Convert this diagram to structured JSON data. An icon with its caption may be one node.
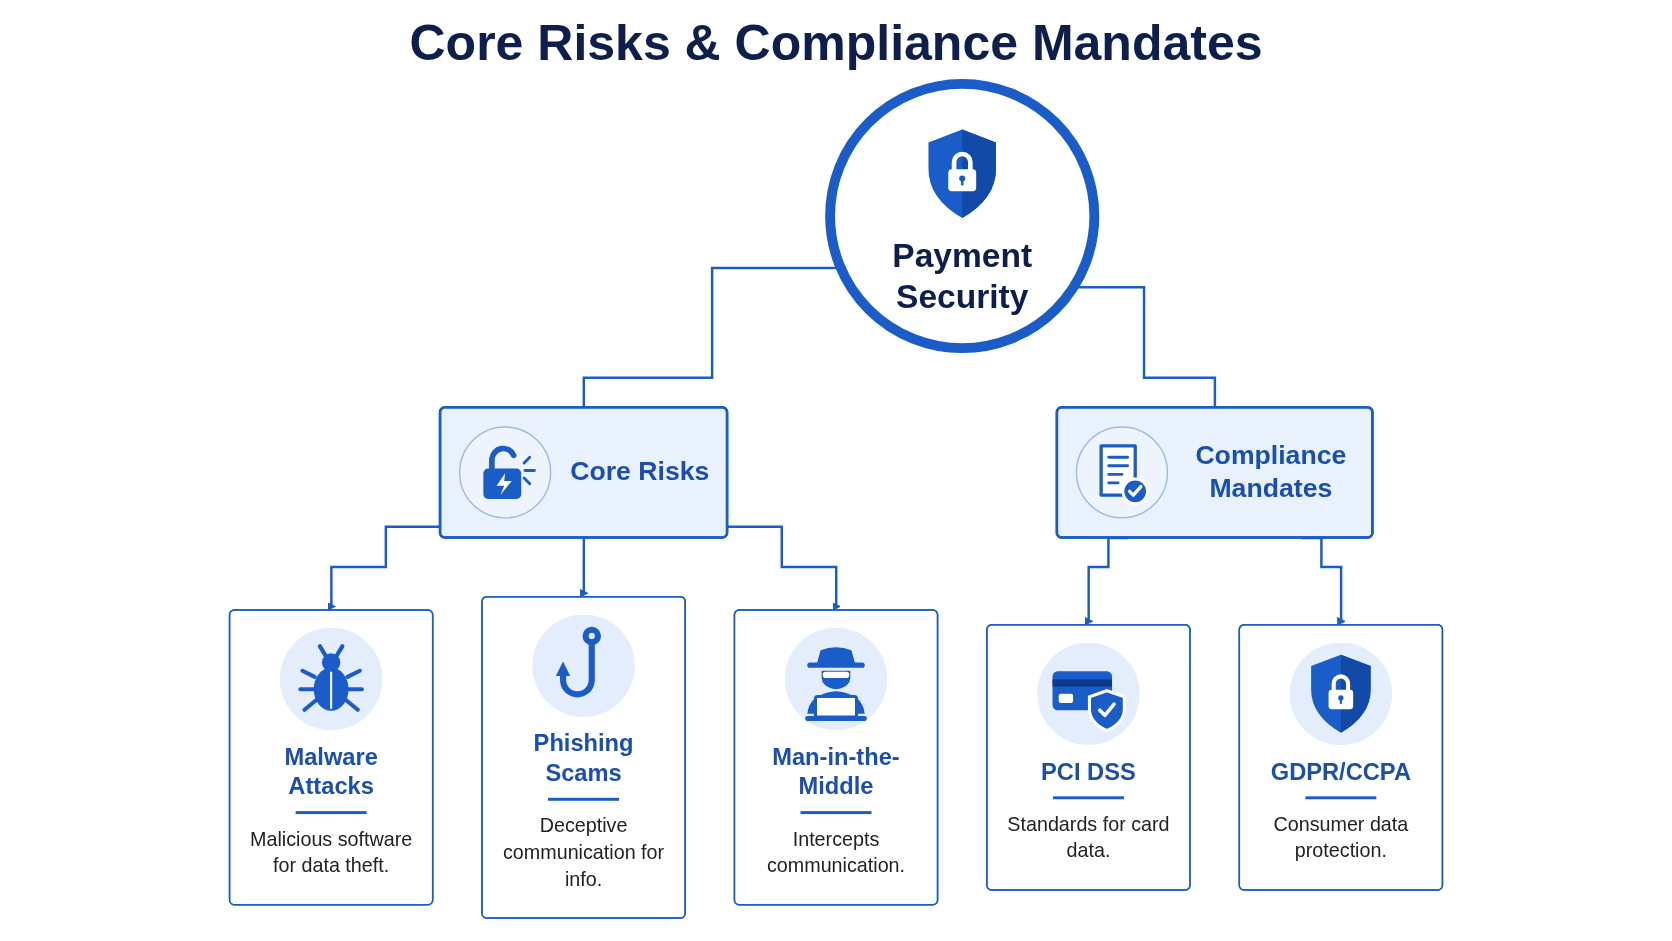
{
  "diagram": {
    "title": "Core Risks & Compliance Mandates",
    "nodes": [
      {
        "text": [
          "Core Risks"
        ]
      },
      {
        "text": [
          "Payment Security"
        ]
      },
      {
        "text": [
          "Compliance Mandates"
        ]
      },
      {
        "text": [
          "Malware Attacks",
          "Malicious software for data theft."
        ]
      },
      {
        "text": [
          "Phishing Scams",
          "Deceptive communication for info."
        ]
      },
      {
        "text": [
          "Man-in-the-Middle",
          "Intercepts communication."
        ]
      },
      {
        "text": [
          "PCI DSS",
          "Standards for card data."
        ]
      },
      {
        "text": [
          "GDPR/CCPA",
          "Consumer data protection."
        ]
      }
    ],
    "edges": [
      {
        "from": 1,
        "to": 0,
        "arrow": "none"
      },
      {
        "from": 1,
        "to": 2,
        "arrow": "none"
      },
      {
        "from": 0,
        "to": 3,
        "arrow": "to"
      },
      {
        "from": 0,
        "to": 4,
        "arrow": "to"
      },
      {
        "from": 0,
        "to": 5,
        "arrow": "to"
      },
      {
        "from": 2,
        "to": 6,
        "arrow": "to"
      },
      {
        "from": 2,
        "to": 7,
        "arrow": "to"
      }
    ]
  }
}
